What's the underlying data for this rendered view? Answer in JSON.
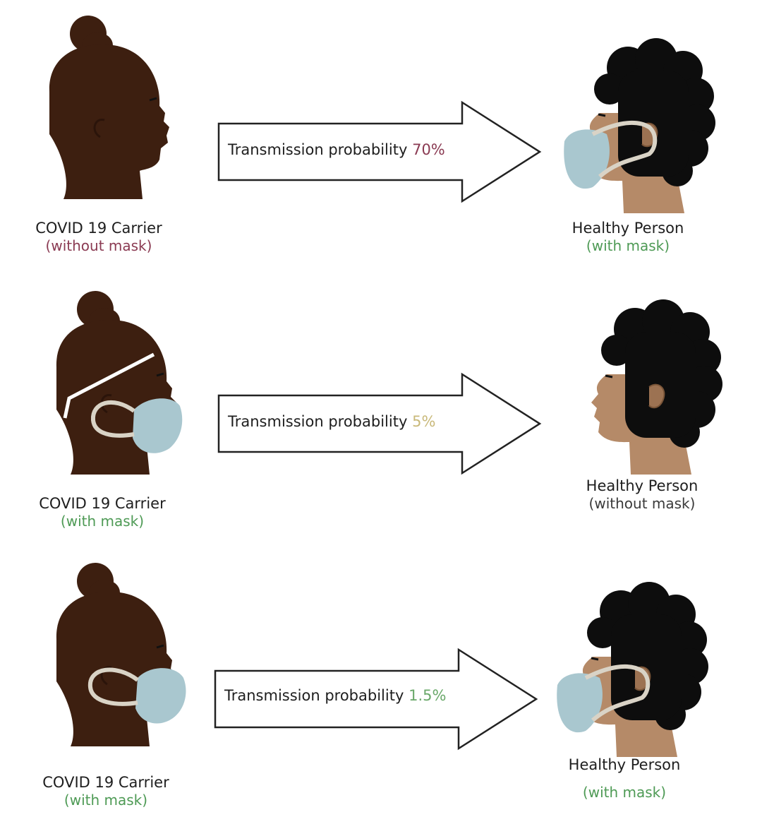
{
  "rows": [
    {
      "carrier": {
        "title": "COVID 19 Carrier",
        "mask": "(without mask)"
      },
      "arrow": {
        "text": "Transmission probability",
        "value": "70%"
      },
      "healthy": {
        "title": "Healthy Person",
        "mask": "(with mask)"
      }
    },
    {
      "carrier": {
        "title": "COVID 19 Carrier",
        "mask": "(with mask)"
      },
      "arrow": {
        "text": "Transmission probability",
        "value": "5%"
      },
      "healthy": {
        "title": "Healthy Person",
        "mask": "(without mask)"
      }
    },
    {
      "carrier": {
        "title": "COVID 19 Carrier",
        "mask": "(with mask)"
      },
      "arrow": {
        "text": "Transmission probability",
        "value": "1.5%"
      },
      "healthy": {
        "title": "Healthy Person",
        "mask": "(with mask)"
      }
    }
  ],
  "colors": {
    "carrier_skin": "#3d1f10",
    "healthy_skin": "#b58a68",
    "healthy_hair": "#0d0d0d",
    "mask": "#a9c7cf",
    "without_mask_label": "#8a3a52",
    "with_mask_label": "#4e9a55",
    "value_70": "#8a3a52",
    "value_5": "#c9b97a",
    "value_1_5": "#6aa86a"
  }
}
